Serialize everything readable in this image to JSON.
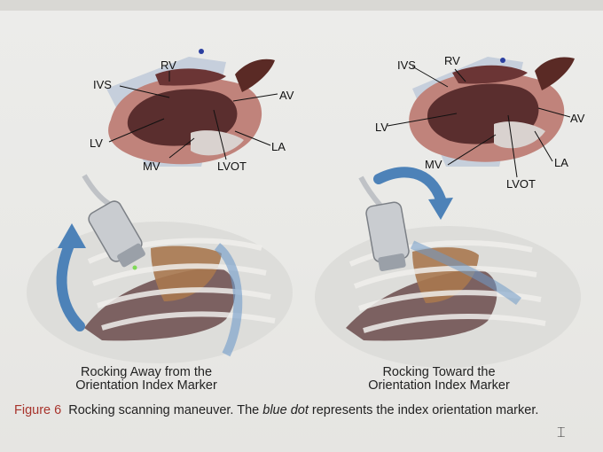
{
  "left_panel": {
    "labels": {
      "rv": "RV",
      "ivs": "IVS",
      "av": "AV",
      "lv": "LV",
      "la": "LA",
      "mv": "MV",
      "lvot": "LVOT"
    },
    "caption_line1": "Rocking Away from the",
    "caption_line2": "Orientation Index Marker"
  },
  "right_panel": {
    "labels": {
      "rv": "RV",
      "ivs": "IVS",
      "av": "AV",
      "lv": "LV",
      "la": "LA",
      "mv": "MV",
      "lvot": "LVOT"
    },
    "caption_line1": "Rocking Toward the",
    "caption_line2": "Orientation Index Marker"
  },
  "figure_caption": {
    "number": "Figure 6",
    "text_before": "Rocking scanning maneuver. The ",
    "emphasis": "blue dot",
    "text_after": " represents the index orientation marker."
  },
  "colors": {
    "heart_wall": "#c0837b",
    "chamber": "#5a2e2e",
    "marker_dot": "#2b3fa0",
    "probe_arrow": "#4d82b8",
    "figure_number": "#a8342c"
  },
  "icons": [
    "index-marker-dot-icon",
    "rocking-arrow-icon",
    "ultrasound-probe-icon",
    "text-cursor-icon"
  ]
}
